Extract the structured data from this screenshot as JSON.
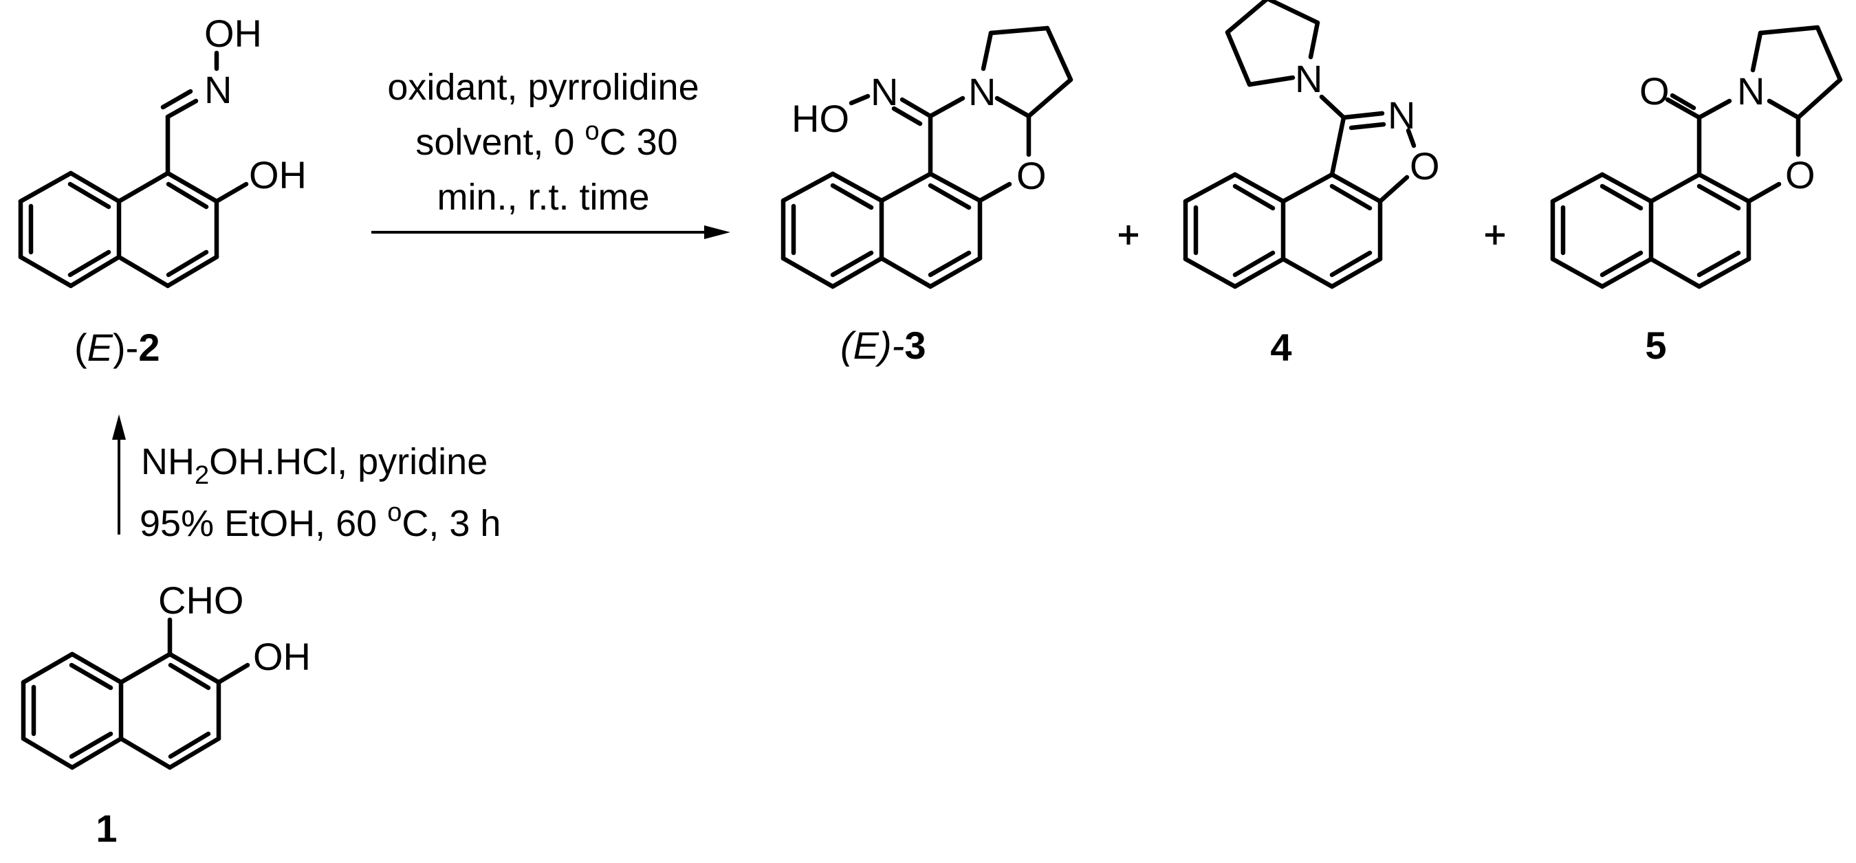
{
  "scheme": {
    "compounds": [
      {
        "id": "1",
        "label": "1",
        "substituents": [
          "CHO",
          "OH"
        ]
      },
      {
        "id": "E2",
        "label_prefix": "(",
        "label_stereo": "E",
        "label_suffix": ")-",
        "label_number": "2",
        "atoms": [
          "OH",
          "N",
          "OH"
        ]
      },
      {
        "id": "E3",
        "label_prefix": "(",
        "label_stereo": "E",
        "label_suffix": ")-",
        "label_number": "3",
        "atoms": [
          "HO",
          "N",
          "N",
          "O"
        ]
      },
      {
        "id": "4",
        "label": "4",
        "atoms": [
          "N",
          "N",
          "O"
        ]
      },
      {
        "id": "5",
        "label": "5",
        "atoms": [
          "O",
          "N",
          "O"
        ]
      }
    ],
    "step1": {
      "line1_a": "NH",
      "line1_sub": "2",
      "line1_b": "OH.HCl, pyridine",
      "line2_a": "95% EtOH, 60 ",
      "line2_deg": "o",
      "line2_b": "C, 3 h"
    },
    "step2": {
      "line1": "oxidant, pyrrolidine",
      "line2_a": "solvent, 0 ",
      "line2_deg": "o",
      "line2_b": "C 30",
      "line3": "min., r.t. time"
    },
    "plus_sign": "+"
  }
}
